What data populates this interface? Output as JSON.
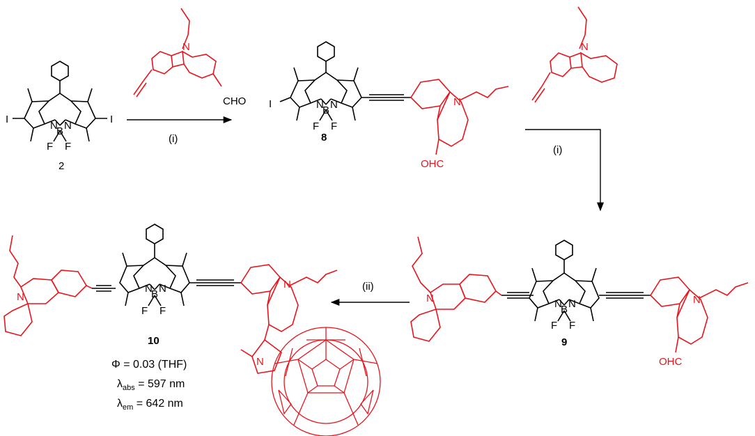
{
  "colors": {
    "core": "#000000",
    "carbazole": "#e8141c"
  },
  "atoms": {
    "iodine": "I",
    "nitrogen": "N",
    "boron": "B",
    "fluorine": "F",
    "methyl": "N",
    "aldehyde": "CHO",
    "aldehyde_reversed": "OHC"
  },
  "compounds": {
    "c2": "2",
    "c8": "8",
    "c9": "9",
    "c10": "10"
  },
  "conditions": {
    "step1": "(i)",
    "step2": "(i)",
    "step3": "(ii)"
  },
  "properties": {
    "phi": "Φ = 0.03 (THF)",
    "abs_symbol": "λ",
    "abs_sub": "abs",
    "abs_value": " = 597 nm",
    "em_symbol": "λ",
    "em_sub": "em",
    "em_value": " = 642 nm"
  }
}
